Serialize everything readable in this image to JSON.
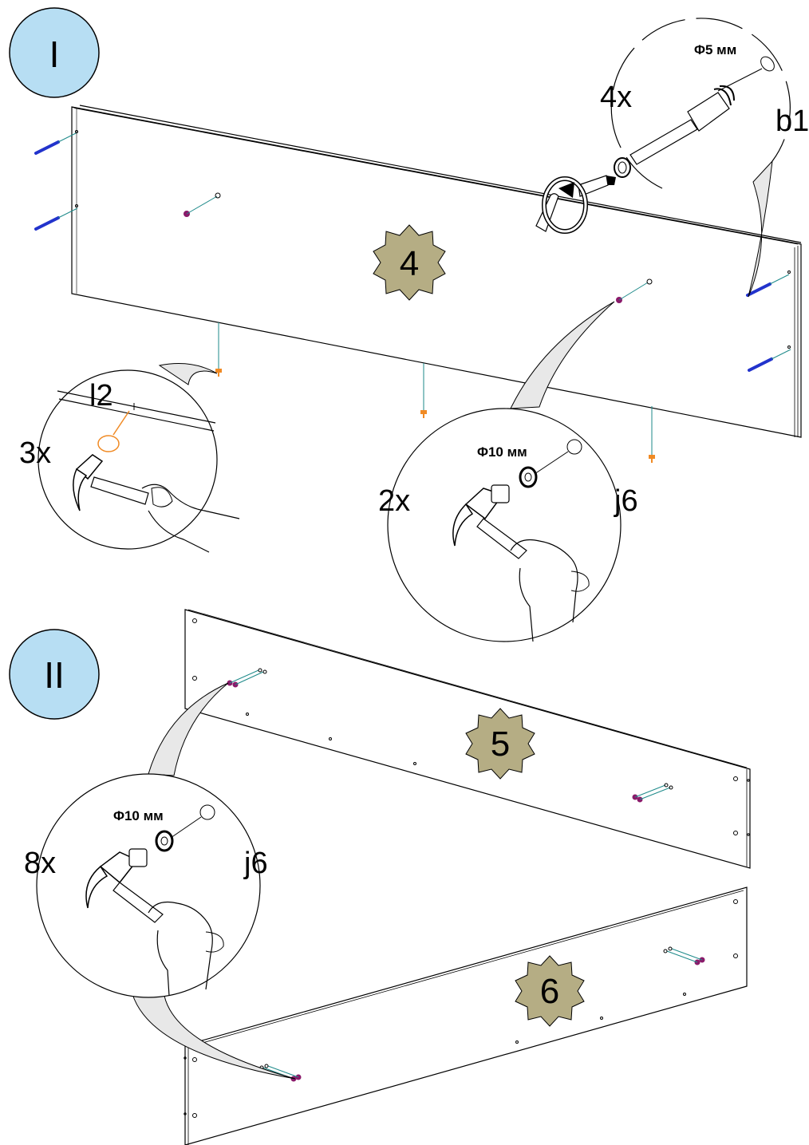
{
  "steps": {
    "step1": {
      "roman": "I"
    },
    "step2": {
      "roman": "II"
    }
  },
  "panels": {
    "panel4": {
      "number": "4"
    },
    "panel5": {
      "number": "5"
    },
    "panel6": {
      "number": "6"
    }
  },
  "callouts": {
    "b1": {
      "qty": "4x",
      "part": "b1",
      "dim": "Φ5 мм"
    },
    "l2": {
      "qty": "3x",
      "part": "l2"
    },
    "j6_step1": {
      "qty": "2x",
      "part": "j6",
      "dim": "Φ10 мм"
    },
    "j6_step2": {
      "qty": "8x",
      "part": "j6",
      "dim": "Φ10 мм"
    }
  },
  "colors": {
    "step_circle_fill": "#b7def3",
    "badge_fill": "#b5ad84",
    "dowel_blue": "#2233cc",
    "pin_orange": "#f08a24",
    "cam_purple": "#8a1a6a",
    "guide_teal": "#1e8a8a",
    "callout_tail": "#e8e8e8"
  },
  "icons": [
    "hammer-icon",
    "screwdriver-icon",
    "rotate-arrow-icon",
    "hand-icon"
  ]
}
